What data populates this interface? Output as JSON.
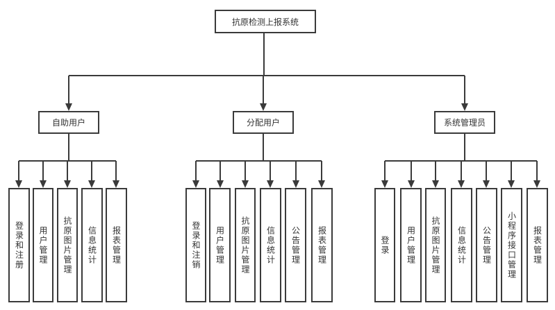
{
  "diagram": {
    "root": {
      "label": "抗原检测上报系统"
    },
    "groups": [
      {
        "label": "自助用户",
        "children": [
          "登录和注册",
          "用户管理",
          "抗原图片管理",
          "信息统计",
          "报表管理"
        ]
      },
      {
        "label": "分配用户",
        "children": [
          "登录和注销",
          "用户管理",
          "抗原图片管理",
          "信息统计",
          "公告管理",
          "报表管理"
        ]
      },
      {
        "label": "系统管理员",
        "children": [
          "登录",
          "用户管理",
          "抗原图片管理",
          "信息统计",
          "公告管理",
          "小程序接口管理",
          "报表管理"
        ]
      }
    ]
  },
  "colors": {
    "line": "#3a3a3a",
    "border": "#3a3a3a",
    "text": "#333333"
  }
}
